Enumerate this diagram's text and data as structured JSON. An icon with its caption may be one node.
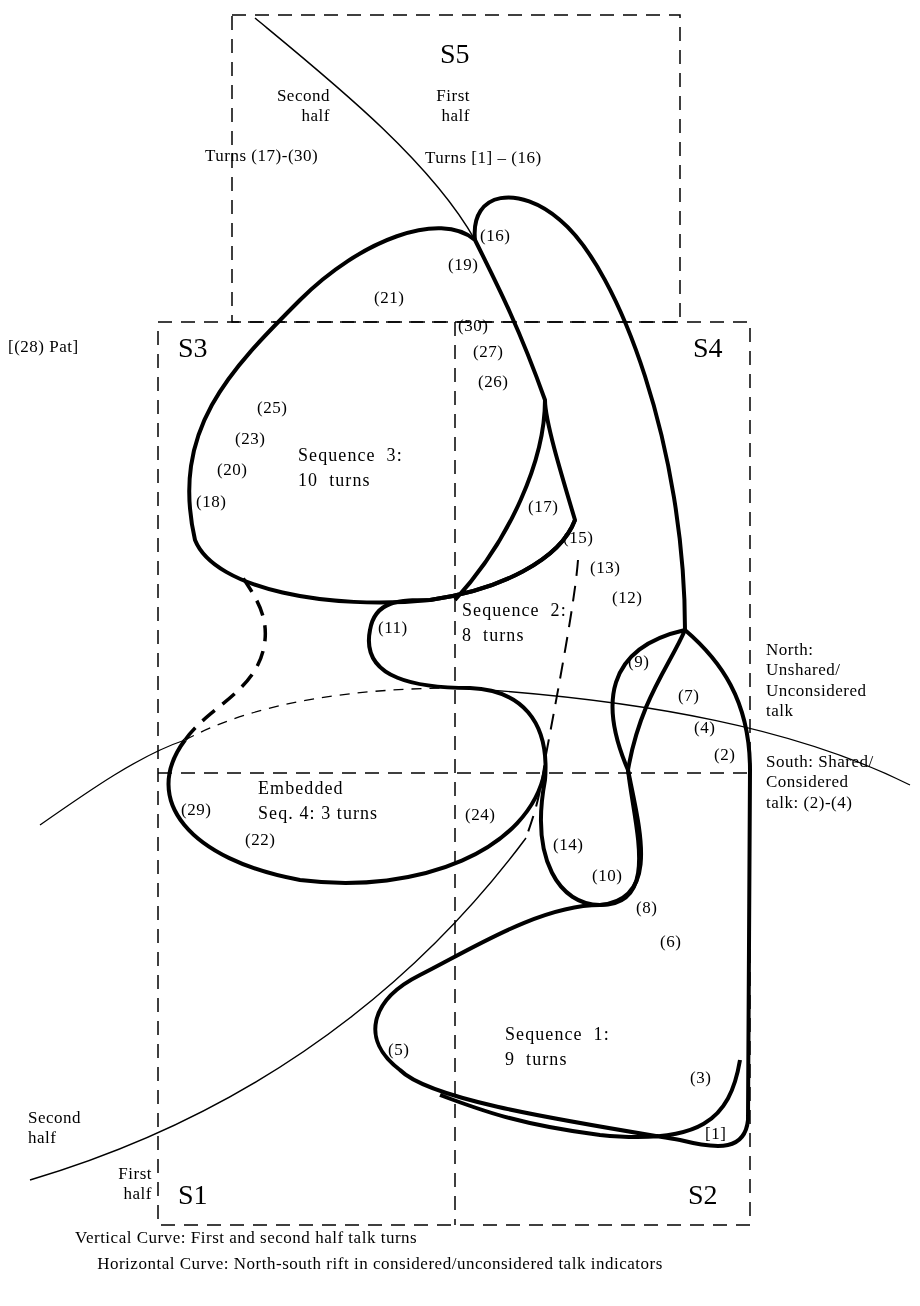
{
  "diagram": {
    "nodes": [
      {
        "text": [
          "Sequence 3: 10 turns"
        ]
      },
      {
        "text": [
          "Sequence 2: 8 turns"
        ]
      },
      {
        "text": [
          "Embedded Seq. 4: 3 turns"
        ]
      },
      {
        "text": [
          "Sequence 1: 9 turns"
        ]
      }
    ],
    "labels": [
      "S5",
      "Second half",
      "First half",
      "Turns (17)-(30)",
      "Turns [1] – (16)",
      "[(28) Pat]",
      "S3",
      "S4",
      "(16)",
      "(19)",
      "(21)",
      "(30)",
      "(27)",
      "(26)",
      "(25)",
      "(23)",
      "(20)",
      "(18)",
      "(17)",
      "(15)",
      "(13)",
      "(12)",
      "(11)",
      "(9)",
      "(7)",
      "(4)",
      "(2)",
      "(29)",
      "(22)",
      "(24)",
      "(14)",
      "(10)",
      "(8)",
      "(6)",
      "(5)",
      "(3)",
      "[1]",
      "North: Unshared/ Unconsidered talk",
      "South: Shared/ Considered talk: (2)-(4)",
      "Second half",
      "First half",
      "S1",
      "S2",
      "Vertical Curve: First and second half talk turns",
      "Horizontal Curve: North-south rift in considered/unconsidered talk indicators"
    ]
  }
}
